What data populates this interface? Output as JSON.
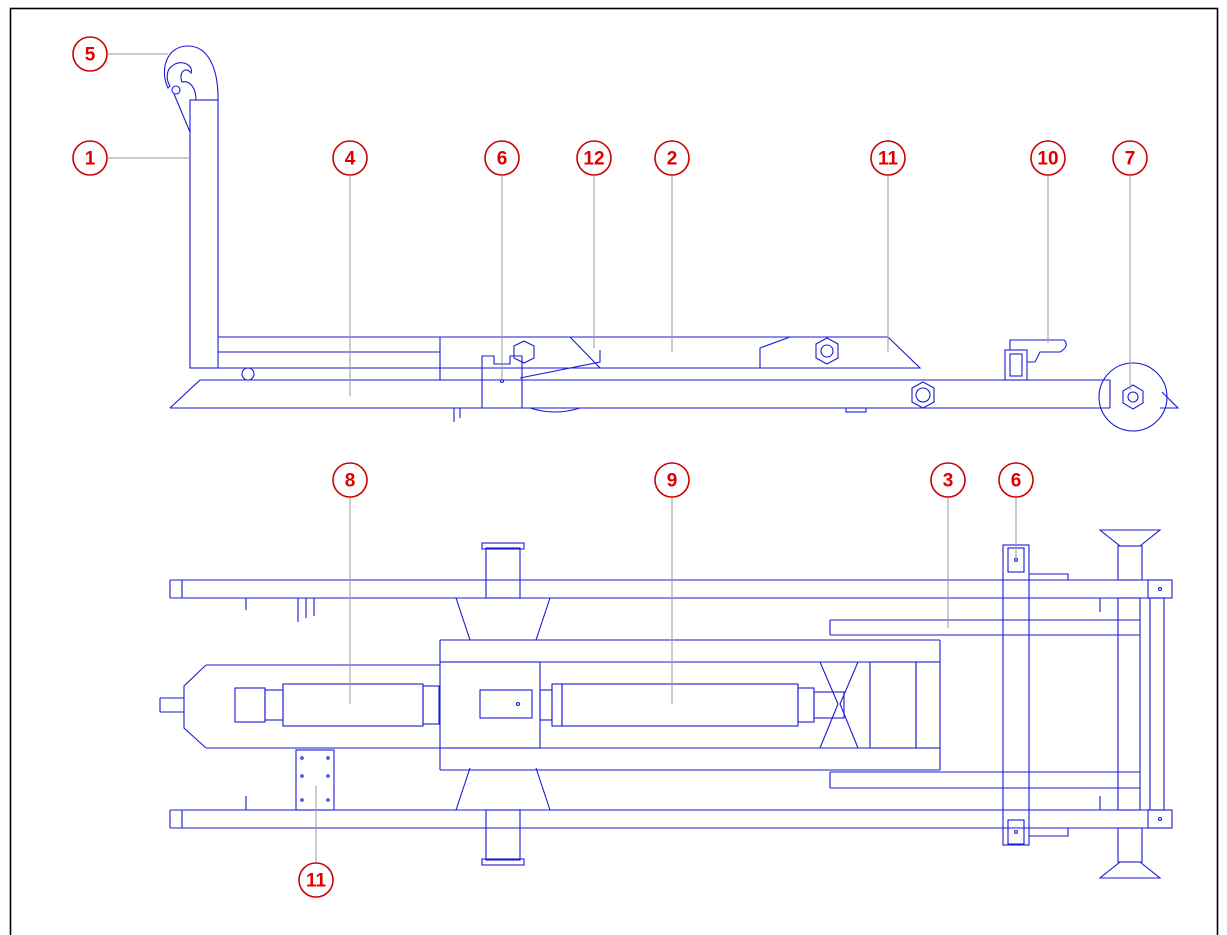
{
  "colors": {
    "drawing_line": "#1a1ad6",
    "callout_red": "#dd0000",
    "leader_gray": "#9a9a9a",
    "border": "#000000",
    "background": "#ffffff"
  },
  "callouts": {
    "side_view": [
      "5",
      "1",
      "4",
      "6",
      "12",
      "2",
      "11",
      "10",
      "7"
    ],
    "top_view": [
      "8",
      "9",
      "3",
      "6",
      "11"
    ]
  }
}
